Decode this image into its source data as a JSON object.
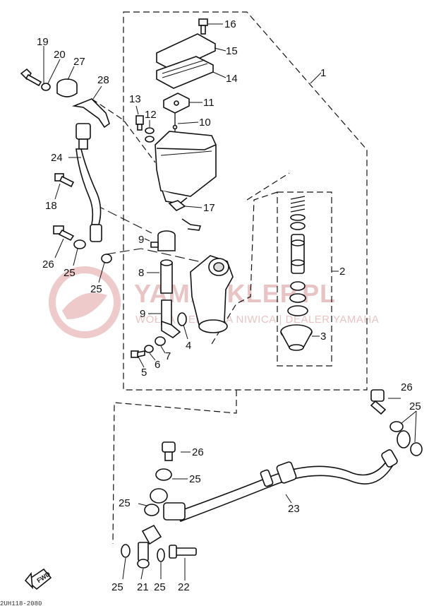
{
  "watermark": {
    "title": "YAMASKLEP.PL",
    "subtitle": "WÓŁKA ZIELONKA NIWICA | DEALER YAMAHA"
  },
  "fwd_label": "FWD",
  "figure_code": "2UH118-2080",
  "part_labels": {
    "p1": "1",
    "p2": "2",
    "p3": "3",
    "p4": "4",
    "p5": "5",
    "p6": "6",
    "p7": "7",
    "p8": "8",
    "p9a": "9",
    "p9b": "9",
    "p10": "10",
    "p11": "11",
    "p12": "12",
    "p13": "13",
    "p14": "14",
    "p15": "15",
    "p16": "16",
    "p17": "17",
    "p18": "18",
    "p19": "19",
    "p20": "20",
    "p21": "21",
    "p22": "22",
    "p23": "23",
    "p24": "24",
    "p25a": "25",
    "p25b": "25",
    "p25c": "25",
    "p25d": "25",
    "p25e": "25",
    "p25f": "25",
    "p25g": "25",
    "p26a": "26",
    "p26b": "26",
    "p26c": "26",
    "p27": "27",
    "p28": "28"
  },
  "colors": {
    "line": "#111111",
    "watermark": "#e9c4c4",
    "background": "#ffffff"
  }
}
